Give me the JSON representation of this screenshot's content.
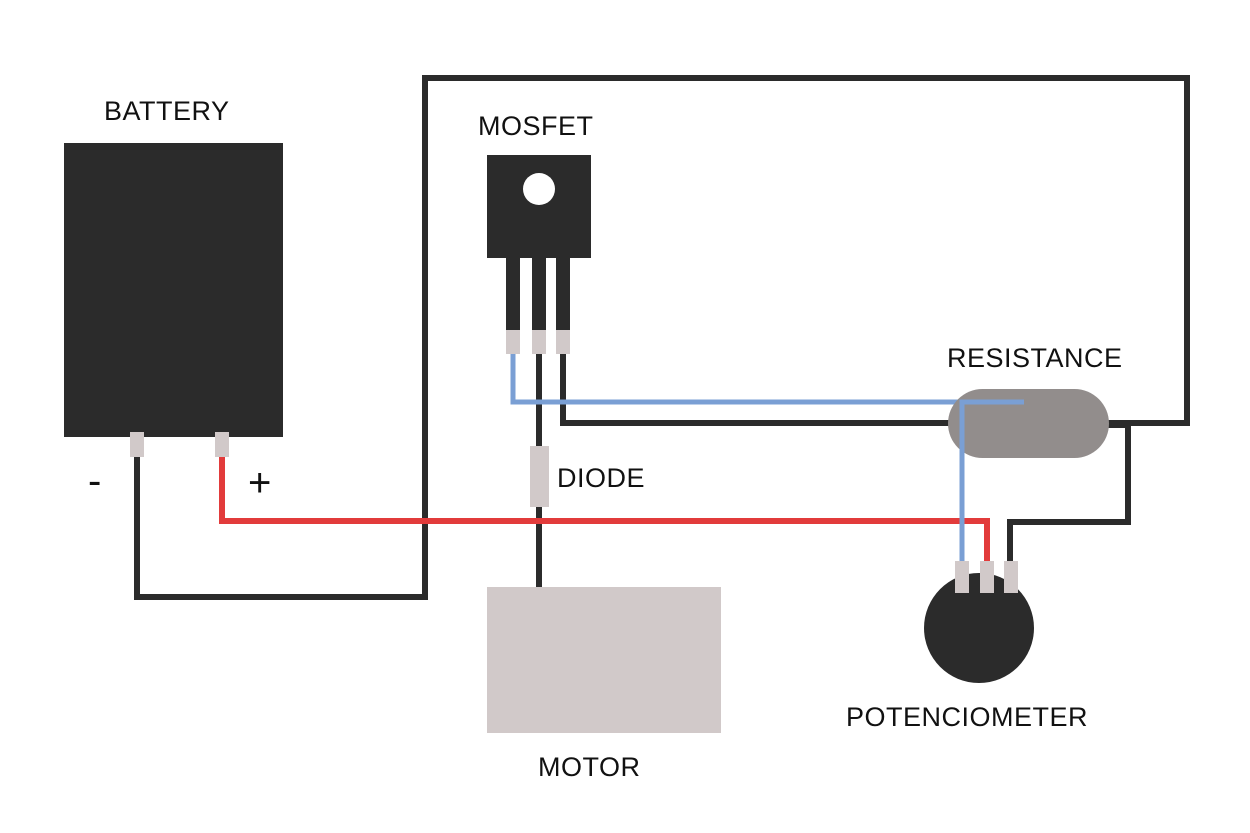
{
  "labels": {
    "battery": "BATTERY",
    "mosfet": "MOSFET",
    "resistance": "RESISTANCE",
    "diode": "DIODE",
    "motor": "MOTOR",
    "potentiometer": "POTENCIOMETER",
    "negative": "-",
    "positive": "+"
  },
  "colors": {
    "component_dark": "#2b2b2b",
    "terminal": "#d1c9c9",
    "resistor": "#928d8c",
    "motor": "#d1c9c9",
    "wire_black": "#2b2b2b",
    "wire_red": "#e23b3b",
    "wire_blue": "#7a9fd4"
  }
}
